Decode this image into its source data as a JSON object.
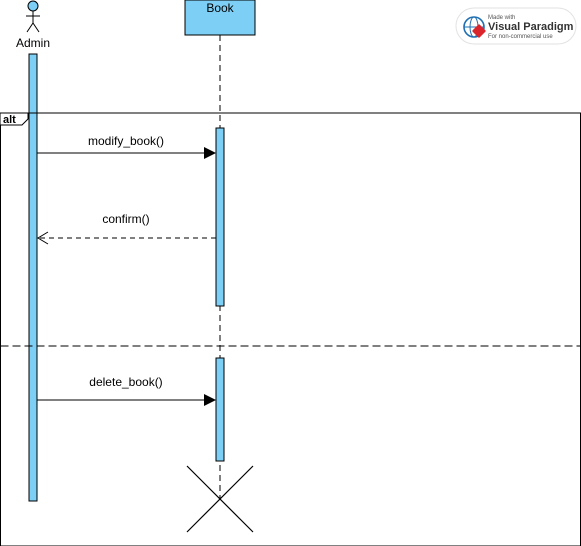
{
  "participants": {
    "actor": {
      "label": "Admin"
    },
    "object": {
      "label": "Book"
    }
  },
  "fragment": {
    "operator": "alt"
  },
  "messages": [
    {
      "label": "modify_book()",
      "kind": "synchronous"
    },
    {
      "label": "confirm()",
      "kind": "return"
    },
    {
      "label": "delete_book()",
      "kind": "synchronous"
    }
  ],
  "watermark": {
    "made_with": "Made with",
    "brand": "Visual Paradigm",
    "note": "For non-commercial use"
  },
  "colors": {
    "activation_fill": "#7dcff5",
    "stroke": "#000000",
    "brand_red": "#d9252b",
    "brand_blue": "#1f6fb2"
  }
}
